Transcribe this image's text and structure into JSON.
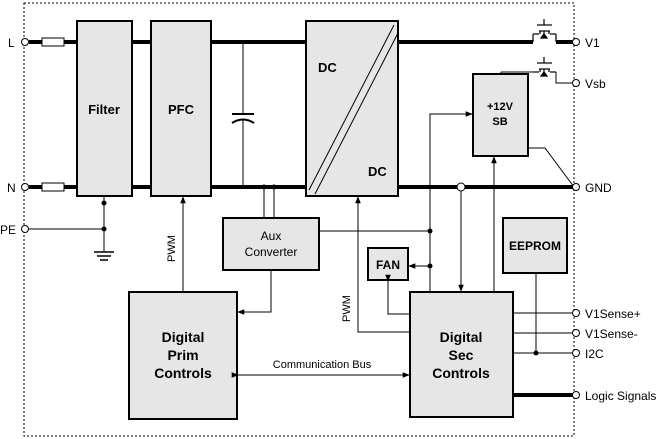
{
  "blocks": {
    "filter": "Filter",
    "pfc": "PFC",
    "dc_top": "DC",
    "dc_bottom": "DC",
    "sb_line1": "+12V",
    "sb_line2": "SB",
    "aux_line1": "Aux",
    "aux_line2": "Converter",
    "fan": "FAN",
    "eeprom": "EEPROM",
    "prim_line1": "Digital",
    "prim_line2": "Prim",
    "prim_line3": "Controls",
    "sec_line1": "Digital",
    "sec_line2": "Sec",
    "sec_line3": "Controls"
  },
  "inputs": {
    "l": "L",
    "n": "N",
    "pe": "PE"
  },
  "outputs": {
    "v1": "V1",
    "vsb": "Vsb",
    "gnd": "GND",
    "v1sense_pos": "V1Sense+",
    "v1sense_neg": "V1Sense-",
    "i2c": "I2C",
    "logic": "Logic Signals"
  },
  "signals": {
    "pwm_prim": "PWM",
    "pwm_sec": "PWM",
    "comm_bus": "Communication Bus"
  }
}
